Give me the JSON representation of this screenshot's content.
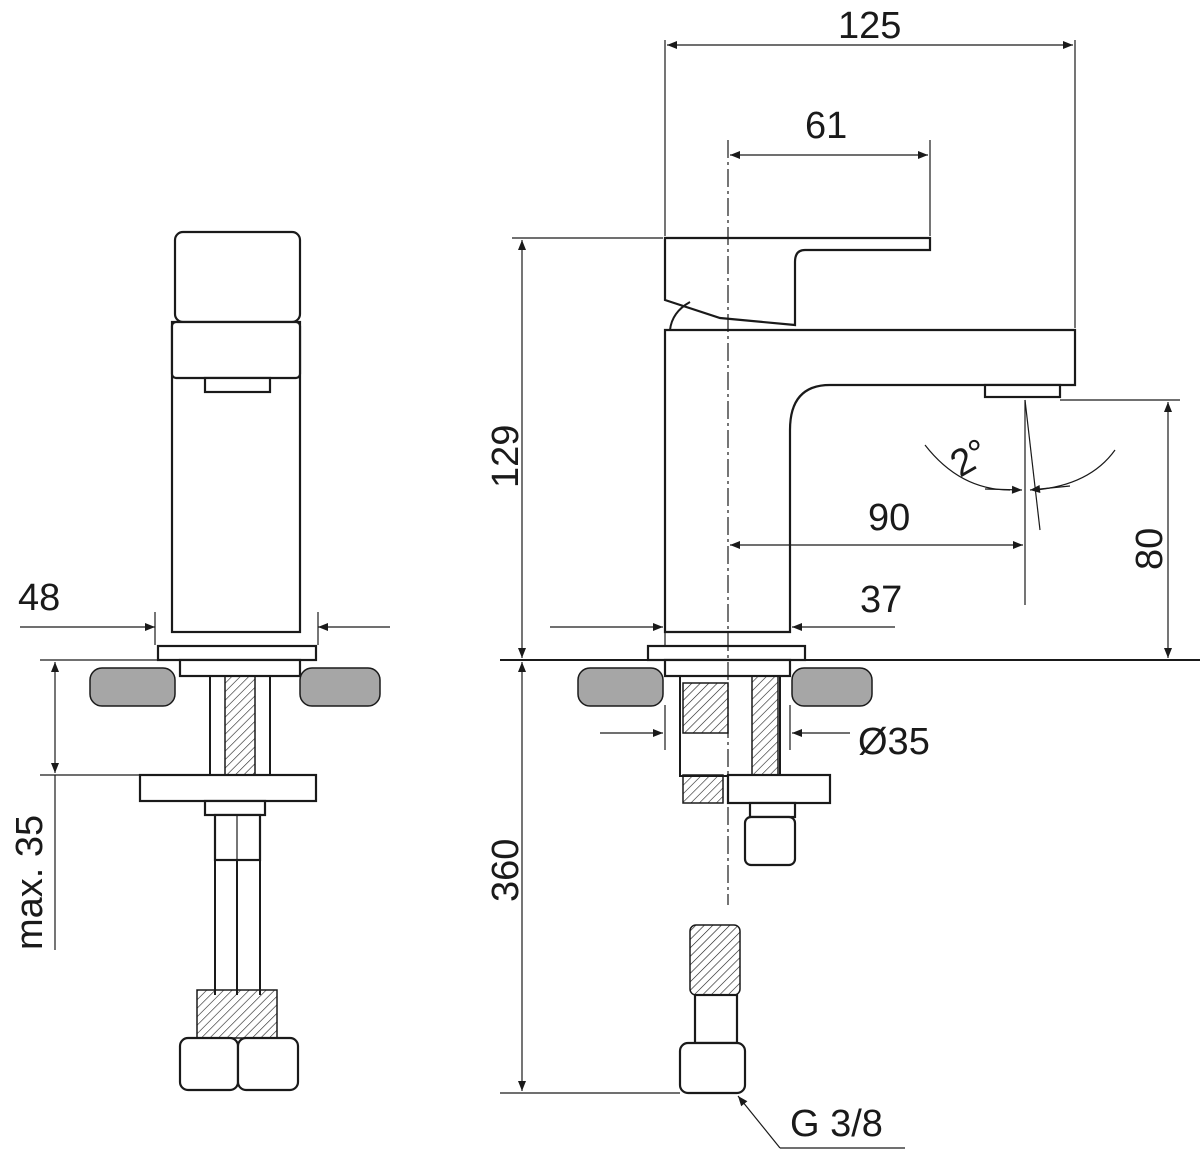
{
  "dimensions": {
    "overall_length": "125",
    "handle_length": "61",
    "height": "129",
    "spout_angle": "2°",
    "spout_reach": "90",
    "spout_height": "80",
    "body_width": "48",
    "body_depth": "37",
    "hole_diameter": "Ø35",
    "max_countertop": "max. 35",
    "hose_length": "360",
    "thread": "G 3/8"
  }
}
